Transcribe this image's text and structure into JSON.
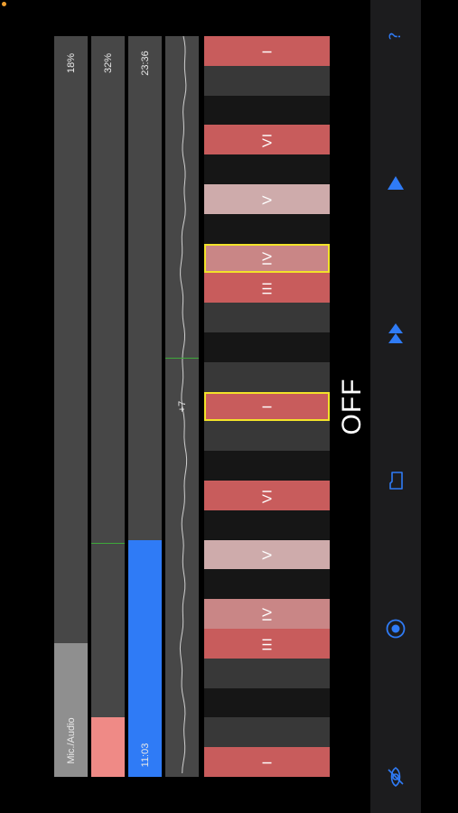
{
  "meters": {
    "mic": {
      "label": "Mic./Audio",
      "value_label": "18%",
      "level": 0.18
    },
    "pct": {
      "value_label": "32%",
      "level": 0.08,
      "marker": 0.315
    },
    "time": {
      "label": "11:03",
      "value_label": "23:36",
      "level": 0.32
    },
    "pitch": {
      "label": "+7",
      "marker": 0.565
    }
  },
  "keys": [
    {
      "label": "I",
      "shade": "red"
    },
    {
      "label": "",
      "shade": "dark"
    },
    {
      "label": "",
      "shade": "black"
    },
    {
      "label": "VI",
      "shade": "red"
    },
    {
      "label": "",
      "shade": "black"
    },
    {
      "label": "V",
      "shade": "pink"
    },
    {
      "label": "",
      "shade": "black"
    },
    {
      "label": "IV",
      "shade": "mauve"
    },
    {
      "label": "III",
      "shade": "red"
    },
    {
      "label": "",
      "shade": "dark"
    },
    {
      "label": "",
      "shade": "black"
    },
    {
      "label": "",
      "shade": "dark"
    },
    {
      "label": "I",
      "shade": "red"
    },
    {
      "label": "",
      "shade": "dark"
    },
    {
      "label": "",
      "shade": "black"
    },
    {
      "label": "VI",
      "shade": "red"
    },
    {
      "label": "",
      "shade": "black"
    },
    {
      "label": "V",
      "shade": "pink"
    },
    {
      "label": "",
      "shade": "black"
    },
    {
      "label": "IV",
      "shade": "mauve"
    },
    {
      "label": "III",
      "shade": "red"
    },
    {
      "label": "",
      "shade": "dark"
    },
    {
      "label": "",
      "shade": "black"
    },
    {
      "label": "",
      "shade": "dark"
    },
    {
      "label": "I",
      "shade": "red"
    }
  ],
  "highlighted_keys": [
    7,
    12
  ],
  "status": {
    "off_label": "OFF"
  },
  "toolbar": [
    {
      "name": "help-icon",
      "glyph": "?"
    },
    {
      "name": "play-icon"
    },
    {
      "name": "skip-icon"
    },
    {
      "name": "folder-icon"
    },
    {
      "name": "record-icon"
    },
    {
      "name": "hidden-eye-icon"
    }
  ],
  "colors": {
    "accent": "#2f7bf6",
    "red": "#c85c5c",
    "pink": "#ceabab",
    "mauve": "#c98686",
    "dark": "#383838",
    "black": "#161616",
    "pct_fill": "#ef8a86",
    "mic_fill": "#8f8f8f"
  }
}
